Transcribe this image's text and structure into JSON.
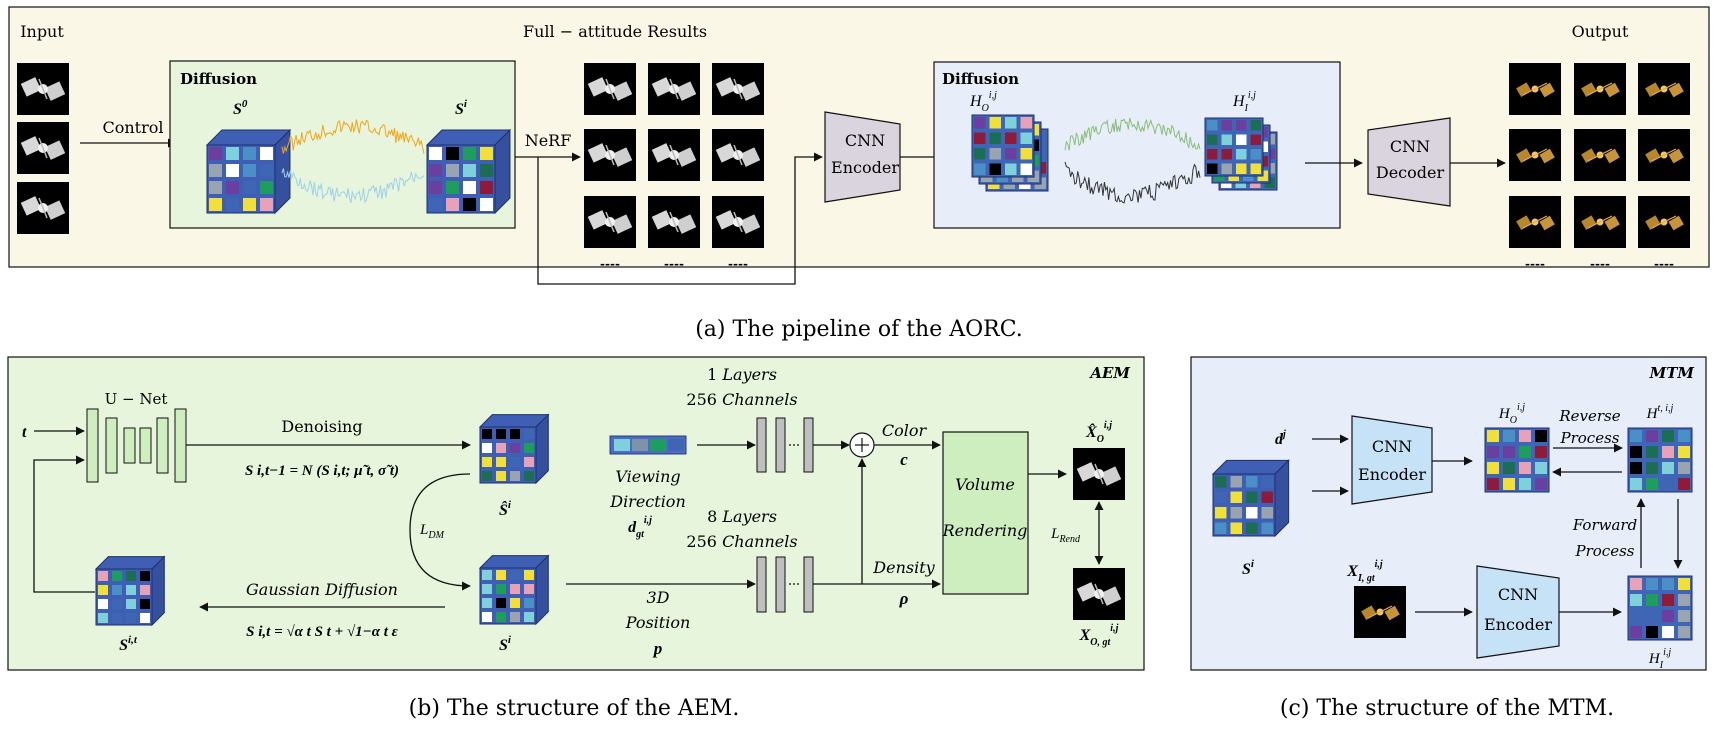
{
  "colors": {
    "panel_a_bg": "#fbf7e6",
    "panel_green_bg": "#e6f5dc",
    "panel_blue_bg": "#e7eef9",
    "box_gray": "#d9d4de",
    "box_blue": "#c6e2f6",
    "box_green": "#cfeec0",
    "curve_orange": "#f2a41a",
    "curve_lightblue": "#9fd0ea",
    "curve_green": "#8cbc7a",
    "curve_dark": "#333333"
  },
  "panel_a": {
    "input_label": "Input",
    "output_label": "Output",
    "results_label": "Full − attitude Results",
    "control_label": "Control",
    "nerf_label": "NeRF",
    "diffusion1_title": "Diffusion",
    "diffusion2_title": "Diffusion",
    "s0_label": "S",
    "s0_sup": "0",
    "si_label": "S",
    "si_sup": "i",
    "ho_label": "H",
    "ho_sub": "O",
    "ho_sup": "i,j",
    "hi_label": "H",
    "hi_sub": "I",
    "hi_sup": "i,j",
    "cnn_encoder": [
      "CNN",
      "Encoder"
    ],
    "cnn_decoder": [
      "CNN",
      "Decoder"
    ],
    "dots": "----"
  },
  "panel_b": {
    "tag": "AEM",
    "unet_label": "U − Net",
    "t_label": "t",
    "denoising_label": "Denoising",
    "denoise_eq": "S i,t−1 = N (S i,t; μ̃ t, σ̃ t)",
    "gaussian_label": "Gaussian Diffusion",
    "gaussian_eq": "S i,t = √α t S t + √1−α t ε",
    "ldm_label": "L",
    "ldm_sub": "DM",
    "s_hat_label": "Ŝ",
    "s_hat_sup": "i",
    "s_i_label": "S",
    "s_i_sup": "i",
    "s_it_label": "S",
    "s_it_sup": "i,t",
    "viewing_label": [
      "Viewing",
      "Direction"
    ],
    "d_gt_label": "d",
    "d_gt_sub": "gt",
    "d_gt_sup": "i,j",
    "pos_label": [
      "3D",
      "Position"
    ],
    "p_label": "p",
    "layers1": "1",
    "layers1_word": "Layers",
    "channels1": "256",
    "channels1_word": "Channels",
    "layers8": "8",
    "layers8_word": "Layers",
    "channels8": "256",
    "channels8_word": "Channels",
    "color_label": "Color",
    "c_label": "c",
    "density_label": "Density",
    "rho_label": "ρ",
    "volume_label": [
      "Volume",
      "Rendering"
    ],
    "xhat_label": "X̂",
    "xhat_sub": "O",
    "xhat_sup": "i,j",
    "lrend_label": "L",
    "lrend_sub": "Rend",
    "xgt_label": "X",
    "xgt_sub": "O, gt",
    "xgt_sup": "i,j"
  },
  "panel_c": {
    "tag": "MTM",
    "dj_label": "d",
    "dj_sup": "j",
    "si_label": "S",
    "si_sup": "i",
    "xi_label": "X",
    "xi_sub": "I, gt",
    "xi_sup": "i,j",
    "cnn_encoder1": [
      "CNN",
      "Encoder"
    ],
    "cnn_encoder2": [
      "CNN",
      "Encoder"
    ],
    "ho_label": "H",
    "ho_sub": "O",
    "ho_sup": "i,j",
    "ht_label": "H",
    "ht_sup": "t, i,j",
    "hi_label": "H",
    "hi_sub": "I",
    "hi_sup": "i,j",
    "reverse_label": [
      "Reverse",
      "Process"
    ],
    "forward_label": [
      "Forward",
      "Process"
    ]
  },
  "captions": {
    "a": "(a) The pipeline of the AORC.",
    "b": "(b) The structure of the AEM.",
    "c": "(c) The structure of the MTM."
  }
}
